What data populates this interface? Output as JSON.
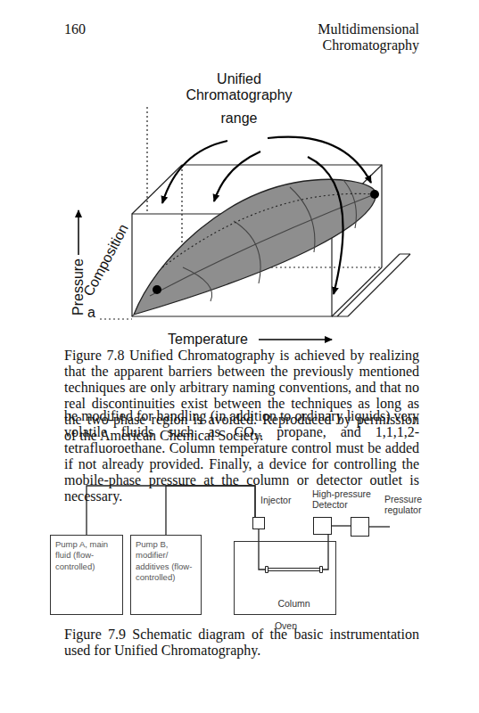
{
  "diagram": {
    "caption": "Figure 7.9 Schematic diagram of the basic instrumentation used for Unified Chromatography.",
    "nodes": [
      {
        "text": [
          "Pump A, main fluid (flow-controlled)"
        ]
      },
      {
        "text": [
          "Pump B, modifier/ additives (flow-controlled)"
        ]
      },
      {
        "text": [
          "Injector"
        ]
      },
      {
        "text": [
          "High-pressure Detector"
        ]
      },
      {
        "text": [
          "Pressure regulator"
        ]
      },
      {
        "text": [
          "Oven"
        ]
      },
      {
        "text": [
          "Column"
        ],
        "in": 5
      }
    ],
    "edges": [
      {
        "from": 0,
        "to": 2,
        "arrow": "none"
      },
      {
        "from": 1,
        "to": 2,
        "arrow": "none"
      },
      {
        "from": 2,
        "to": 6,
        "arrow": "none"
      },
      {
        "from": 6,
        "to": 3,
        "arrow": "none"
      },
      {
        "from": 3,
        "to": 4,
        "arrow": "none"
      }
    ],
    "labels": [
      "160",
      "Multidimensional Chromatography",
      "Unified Chromatography",
      "range",
      "Pressure",
      "Composition",
      "a",
      "Temperature",
      "Figure 7.8 Unified Chromatography is achieved by realizing that the apparent barriers between the previously mentioned techniques are only arbitrary naming conventions, and that no real discontinuities exist between the techniques as long as the two-phase region is avoided. Reproduced by permission of the American Chemical Society.",
      "be modified for handling (in addition to ordinary liquids) very volatile fluids such as CO₂, propane, and 1,1,1,2-tetrafluoroethane. Column temperature control must be added if not already provided. Finally, a device for controlling the mobile-phase pressure at the column or detector outlet is necessary."
    ]
  }
}
